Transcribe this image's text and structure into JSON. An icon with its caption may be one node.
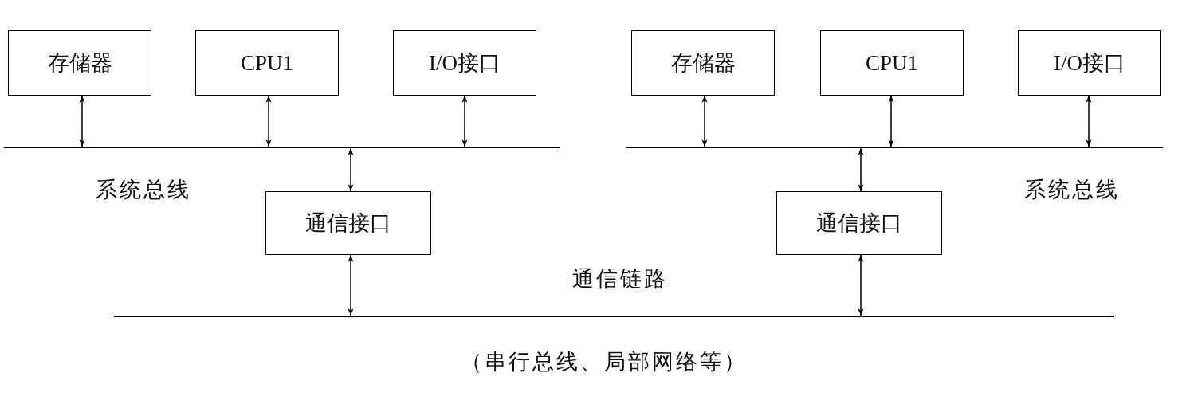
{
  "diagram": {
    "nodes": [
      {
        "text": [
          "存储器"
        ]
      },
      {
        "text": [
          "CPU1"
        ]
      },
      {
        "text": [
          "I/O接口"
        ]
      },
      {
        "text": [
          "存储器"
        ]
      },
      {
        "text": [
          "CPU1"
        ]
      },
      {
        "text": [
          "I/O接口"
        ]
      },
      {
        "text": [],
        "shape": "bar",
        "beside": [
          "系统总线"
        ]
      },
      {
        "text": [],
        "shape": "bar",
        "beside": [
          "系统总线"
        ]
      },
      {
        "text": [
          "通信接口"
        ]
      },
      {
        "text": [
          "通信接口"
        ]
      },
      {
        "text": [],
        "shape": "bar",
        "beside": [
          "通信链路",
          "（串行总线、局部网络等）"
        ]
      }
    ],
    "edges": [
      {
        "from": 0,
        "to": 6,
        "arrow": "both"
      },
      {
        "from": 1,
        "to": 6,
        "arrow": "both"
      },
      {
        "from": 2,
        "to": 6,
        "arrow": "both"
      },
      {
        "from": 3,
        "to": 7,
        "arrow": "both"
      },
      {
        "from": 4,
        "to": 7,
        "arrow": "both"
      },
      {
        "from": 5,
        "to": 7,
        "arrow": "both"
      },
      {
        "from": 6,
        "to": 8,
        "arrow": "both"
      },
      {
        "from": 7,
        "to": 9,
        "arrow": "both"
      },
      {
        "from": 8,
        "to": 10,
        "arrow": "both"
      },
      {
        "from": 9,
        "to": 10,
        "arrow": "both"
      }
    ]
  }
}
